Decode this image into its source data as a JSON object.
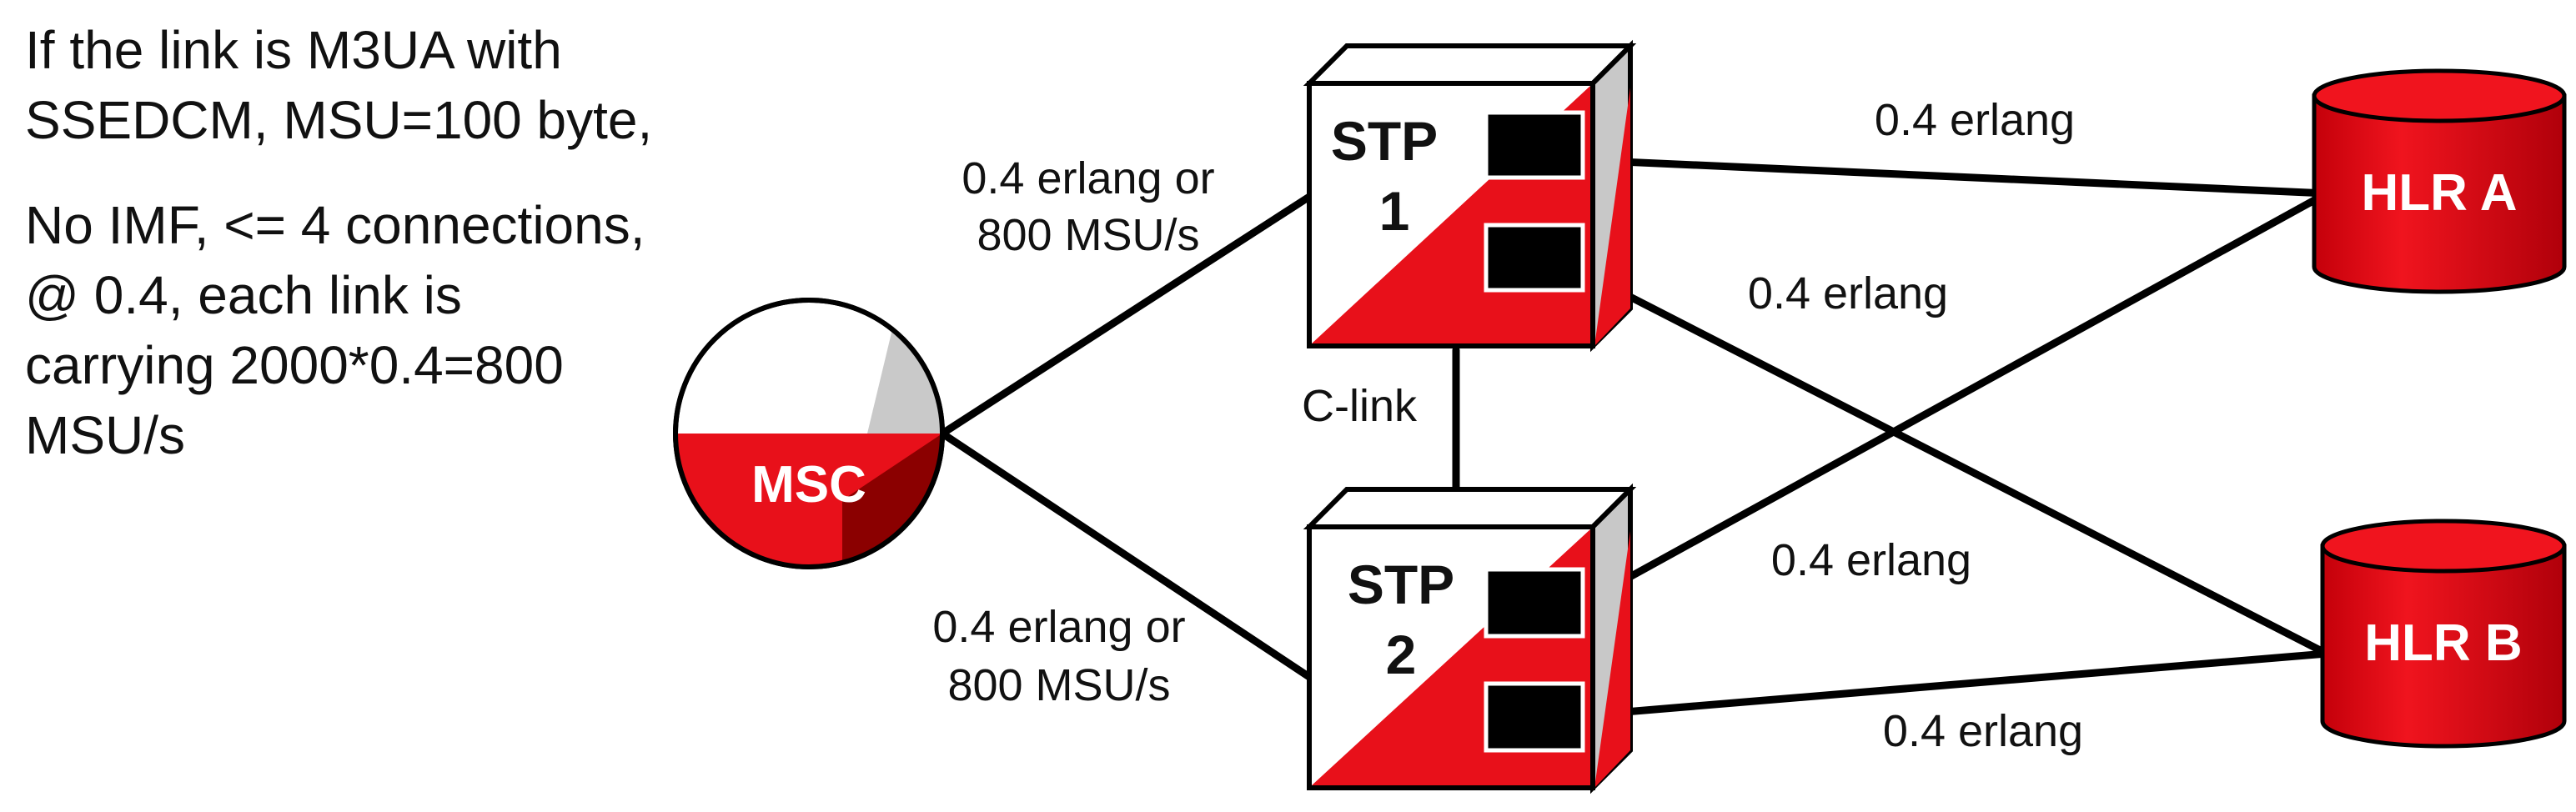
{
  "note": {
    "line1": "If the link is M3UA with",
    "line2": "SSEDCM, MSU=100 byte,",
    "line3": "No IMF, <= 4 connections,",
    "line4": "@ 0.4, each link is",
    "line5": "carrying 2000*0.4=800",
    "line6": "MSU/s"
  },
  "nodes": {
    "msc": "MSC",
    "stp1_line1": "STP",
    "stp1_line2": "1",
    "stp2_line1": "STP",
    "stp2_line2": "2",
    "hlr_a": "HLR A",
    "hlr_b": "HLR B"
  },
  "links": {
    "msc_stp1_line1": "0.4 erlang or",
    "msc_stp1_line2": "800 MSU/s",
    "msc_stp2_line1": "0.4 erlang or",
    "msc_stp2_line2": "800 MSU/s",
    "clink": "C-link",
    "stp1_hlra": "0.4 erlang",
    "stp1_hlrb": "0.4 erlang",
    "stp2_hlra": "0.4 erlang",
    "stp2_hlrb": "0.4 erlang"
  },
  "colors": {
    "red": "#e8101a",
    "dark_red": "#8b0000",
    "black": "#000000"
  }
}
